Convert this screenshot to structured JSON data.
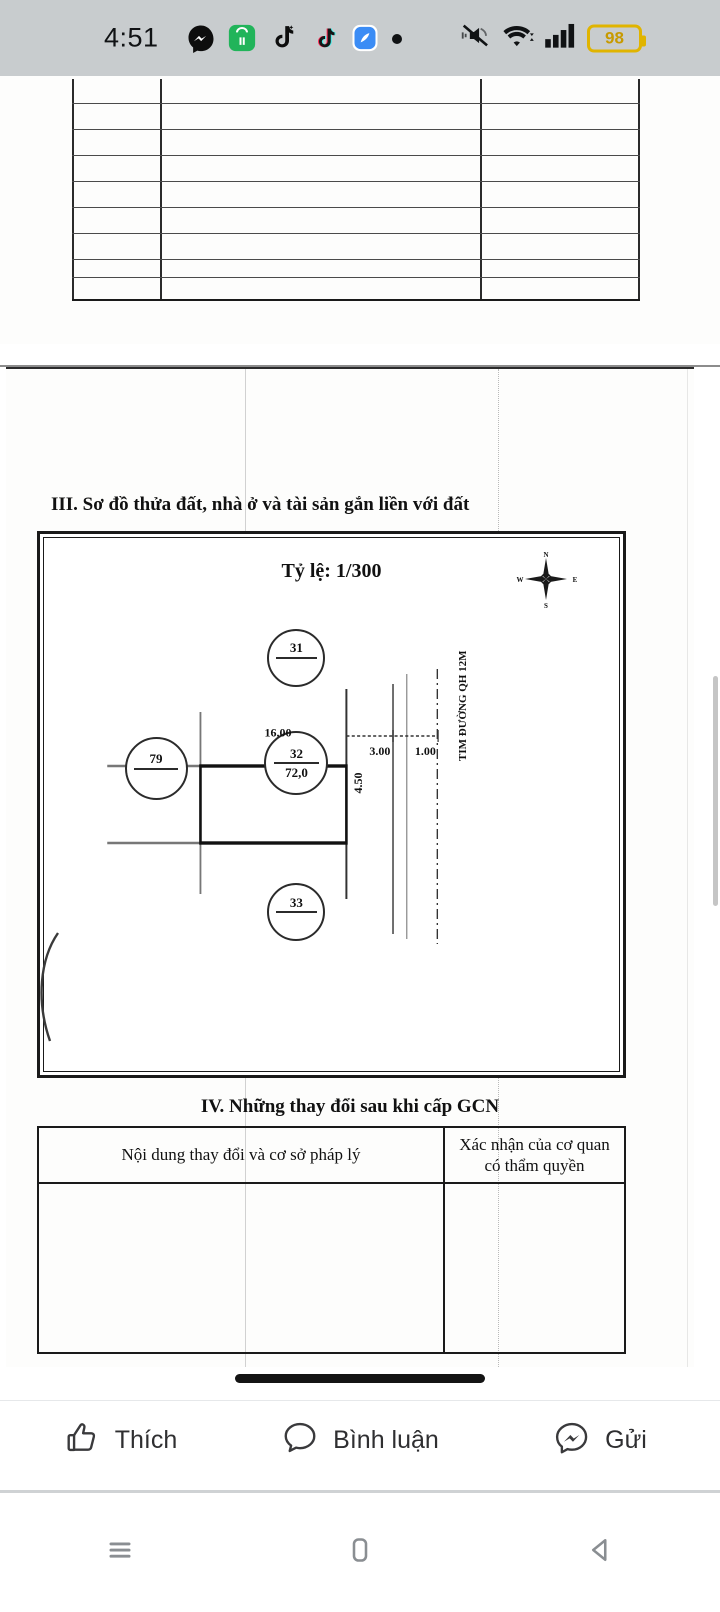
{
  "status_bar": {
    "clock": "4:51",
    "battery_percent": "98",
    "notification_icons": [
      {
        "name": "messenger-icon"
      },
      {
        "name": "shopping-app-icon"
      },
      {
        "name": "tiktok-icon"
      },
      {
        "name": "tiktok-lite-icon"
      },
      {
        "name": "blue-app-icon"
      },
      {
        "name": "more-notifications-dot"
      }
    ],
    "system_icons": [
      {
        "name": "mute-icon"
      },
      {
        "name": "wifi-icon"
      },
      {
        "name": "signal-bars-icon"
      },
      {
        "name": "battery-saver-icon"
      }
    ],
    "colors": {
      "bar_bg": "#c8ccce",
      "battery_yellow": "#e0b400"
    }
  },
  "document": {
    "section3_title": "III. Sơ đồ thửa đất, nhà ở và tài sản gắn liền với đất",
    "scale_label": "Tỷ lệ: 1/300",
    "compass": {
      "north": "N",
      "south": "S",
      "east": "E",
      "west": "W"
    },
    "section4_title": "IV. Những thay đổi sau khi cấp GCN",
    "table4": {
      "header_left": "Nội dung thay đổi và cơ sở pháp lý",
      "header_right": "Xác nhận của cơ quan có thẩm quyền",
      "rows": []
    }
  },
  "plot_diagram": {
    "parcels": [
      {
        "name": "parcel-79",
        "number": "79",
        "area": ""
      },
      {
        "name": "parcel-31",
        "number": "31",
        "area": ""
      },
      {
        "name": "parcel-32",
        "number": "32",
        "area": "72,0"
      },
      {
        "name": "parcel-33",
        "number": "33",
        "area": ""
      }
    ],
    "dimensions": {
      "top_width": "16.00",
      "right_height": "4.50",
      "setback_1": "3.00",
      "setback_2": "1.00"
    },
    "road_label": "TIM ĐƯỜNG QH 12M"
  },
  "fb_actions": [
    {
      "name": "like-button",
      "label": "Thích",
      "icon": "thumbs-up-icon"
    },
    {
      "name": "comment-button",
      "label": "Bình luận",
      "icon": "comment-bubble-icon"
    },
    {
      "name": "send-button",
      "label": "Gửi",
      "icon": "messenger-send-icon"
    }
  ],
  "nav_bar": [
    {
      "name": "recents-button",
      "icon": "recents-icon"
    },
    {
      "name": "home-button",
      "icon": "home-icon"
    },
    {
      "name": "back-button",
      "icon": "back-icon"
    }
  ]
}
